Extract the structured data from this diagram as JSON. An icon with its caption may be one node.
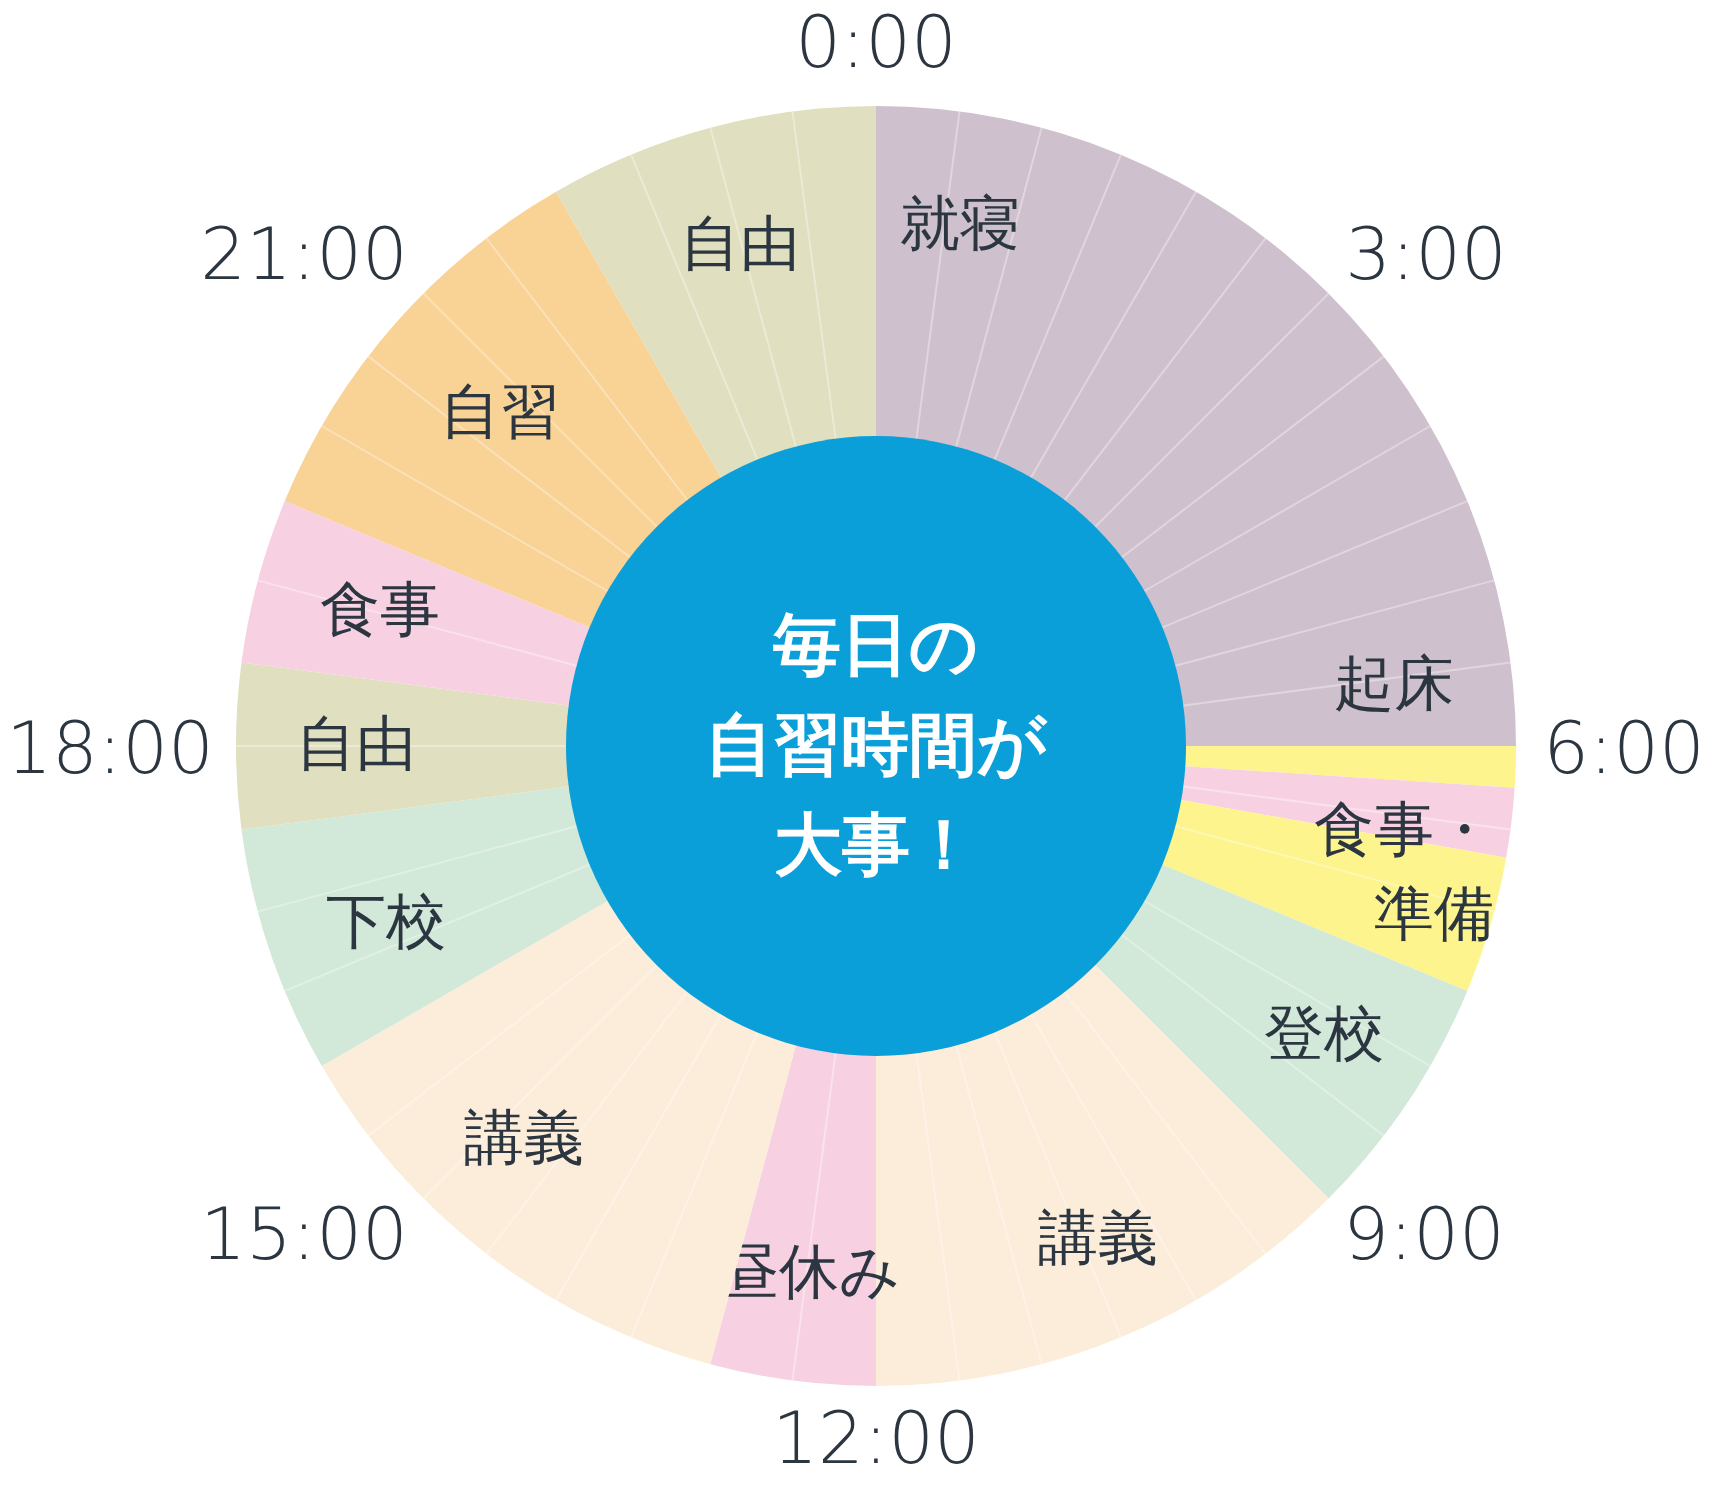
{
  "diagram": {
    "nodes": [
      {
        "text": [
          "毎日の自習時間が大事！"
        ]
      },
      {
        "text": [
          "就寝",
          "起床"
        ]
      },
      {
        "text": [
          "食事・準備"
        ]
      },
      {
        "text": [
          "登校"
        ]
      },
      {
        "text": [
          "講義"
        ]
      },
      {
        "text": [
          "昼休み"
        ]
      },
      {
        "text": [
          "講義"
        ]
      },
      {
        "text": [
          "下校"
        ]
      },
      {
        "text": [
          "自由"
        ]
      },
      {
        "text": [
          "食事"
        ]
      },
      {
        "text": [
          "自習"
        ]
      },
      {
        "text": [
          "自由"
        ]
      }
    ],
    "labels": [
      "0:00",
      "3:00",
      "6:00",
      "9:00",
      "12:00",
      "15:00",
      "18:00",
      "21:00"
    ]
  }
}
